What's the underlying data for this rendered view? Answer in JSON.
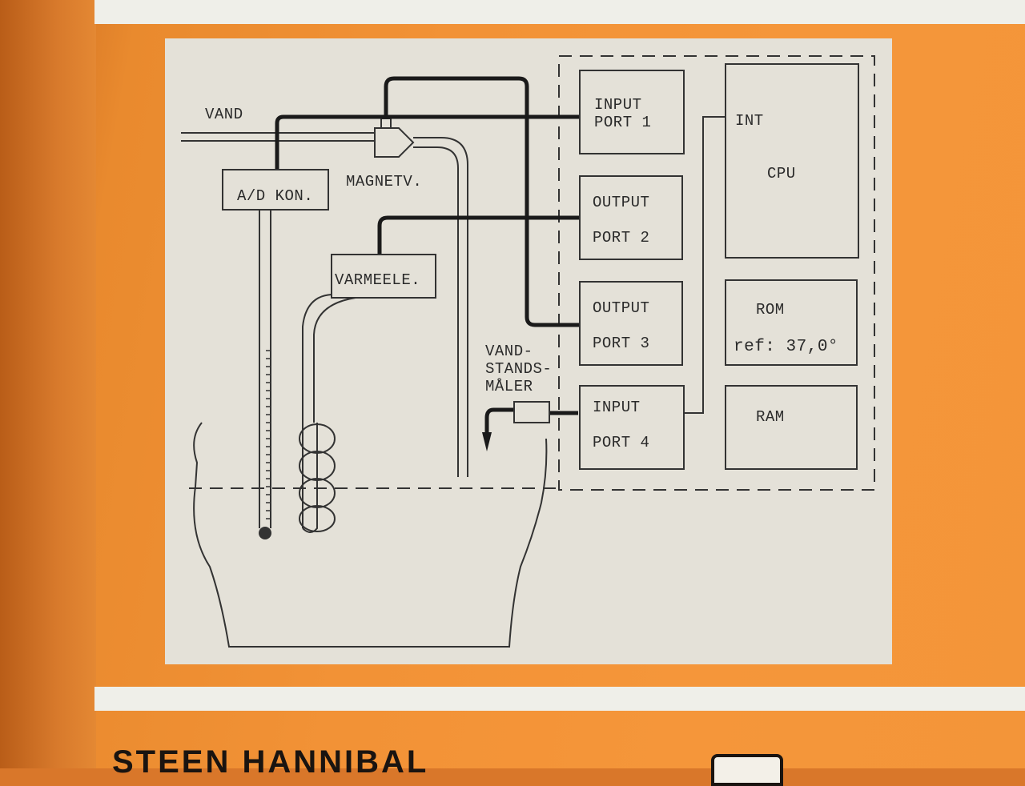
{
  "diagram": {
    "labels": {
      "vand": "VAND",
      "ad_kon": "A/D KON.",
      "magnetv": "MAGNETV.",
      "varmeele": "VARMEELE.",
      "vandstandsmaaler_1": "VAND-",
      "vandstandsmaaler_2": "STANDS-",
      "vandstandsmaaler_3": "MÅLER",
      "input_port_1_a": "INPUT",
      "input_port_1_b": "PORT 1",
      "output_port_2_a": "OUTPUT",
      "output_port_2_b": "PORT 2",
      "output_port_3_a": "OUTPUT",
      "output_port_3_b": "PORT 3",
      "input_port_4_a": "INPUT",
      "input_port_4_b": "PORT 4",
      "int": "INT",
      "cpu": "CPU",
      "rom": "ROM",
      "rom_ref": "ref: 37,0°",
      "ram": "RAM"
    }
  },
  "footer": {
    "author": "STEEN HANNIBAL"
  }
}
